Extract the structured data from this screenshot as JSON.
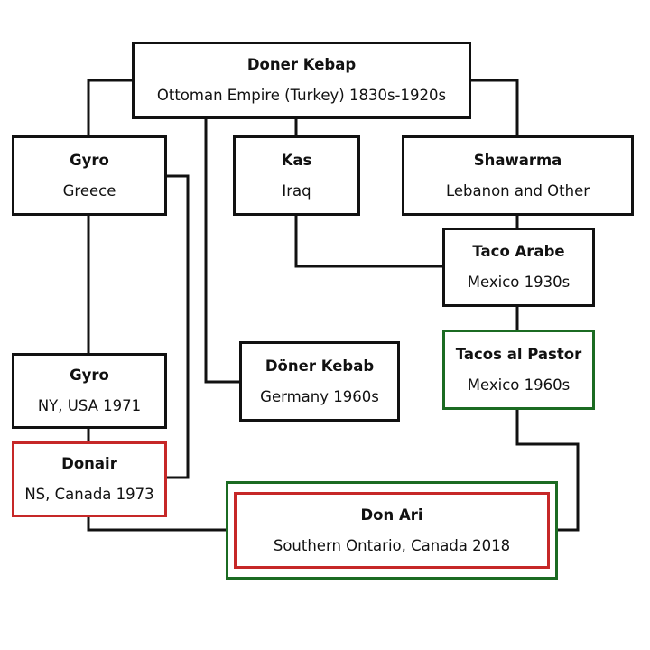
{
  "colors": {
    "line": "#111111",
    "highlight_red": "#c62828",
    "highlight_green": "#1b6b22"
  },
  "nodes": {
    "doner_kebap": {
      "title": "Doner Kebap",
      "subtitle": "Ottoman Empire (Turkey) 1830s-1920s"
    },
    "gyro_greece": {
      "title": "Gyro",
      "subtitle": "Greece"
    },
    "kas": {
      "title": "Kas",
      "subtitle": "Iraq"
    },
    "shawarma": {
      "title": "Shawarma",
      "subtitle": "Lebanon and Other"
    },
    "taco_arabe": {
      "title": "Taco Arabe",
      "subtitle": "Mexico 1930s"
    },
    "tacos_al_pastor": {
      "title": "Tacos al Pastor",
      "subtitle": "Mexico 1960s"
    },
    "doner_kebab_germany": {
      "title": "Döner Kebab",
      "subtitle": "Germany 1960s"
    },
    "gyro_ny": {
      "title": "Gyro",
      "subtitle": "NY, USA 1971"
    },
    "donair": {
      "title": "Donair",
      "subtitle": "NS, Canada 1973"
    },
    "don_ari": {
      "title": "Don Ari",
      "subtitle": "Southern Ontario, Canada 2018"
    }
  },
  "edges": [
    [
      "doner_kebap",
      "gyro_greece"
    ],
    [
      "doner_kebap",
      "kas"
    ],
    [
      "doner_kebap",
      "shawarma"
    ],
    [
      "doner_kebap",
      "doner_kebab_germany"
    ],
    [
      "shawarma",
      "taco_arabe"
    ],
    [
      "kas",
      "taco_arabe"
    ],
    [
      "taco_arabe",
      "tacos_al_pastor"
    ],
    [
      "gyro_greece",
      "gyro_ny"
    ],
    [
      "gyro_greece",
      "donair"
    ],
    [
      "gyro_ny",
      "donair"
    ],
    [
      "donair",
      "don_ari"
    ],
    [
      "tacos_al_pastor",
      "don_ari"
    ]
  ]
}
